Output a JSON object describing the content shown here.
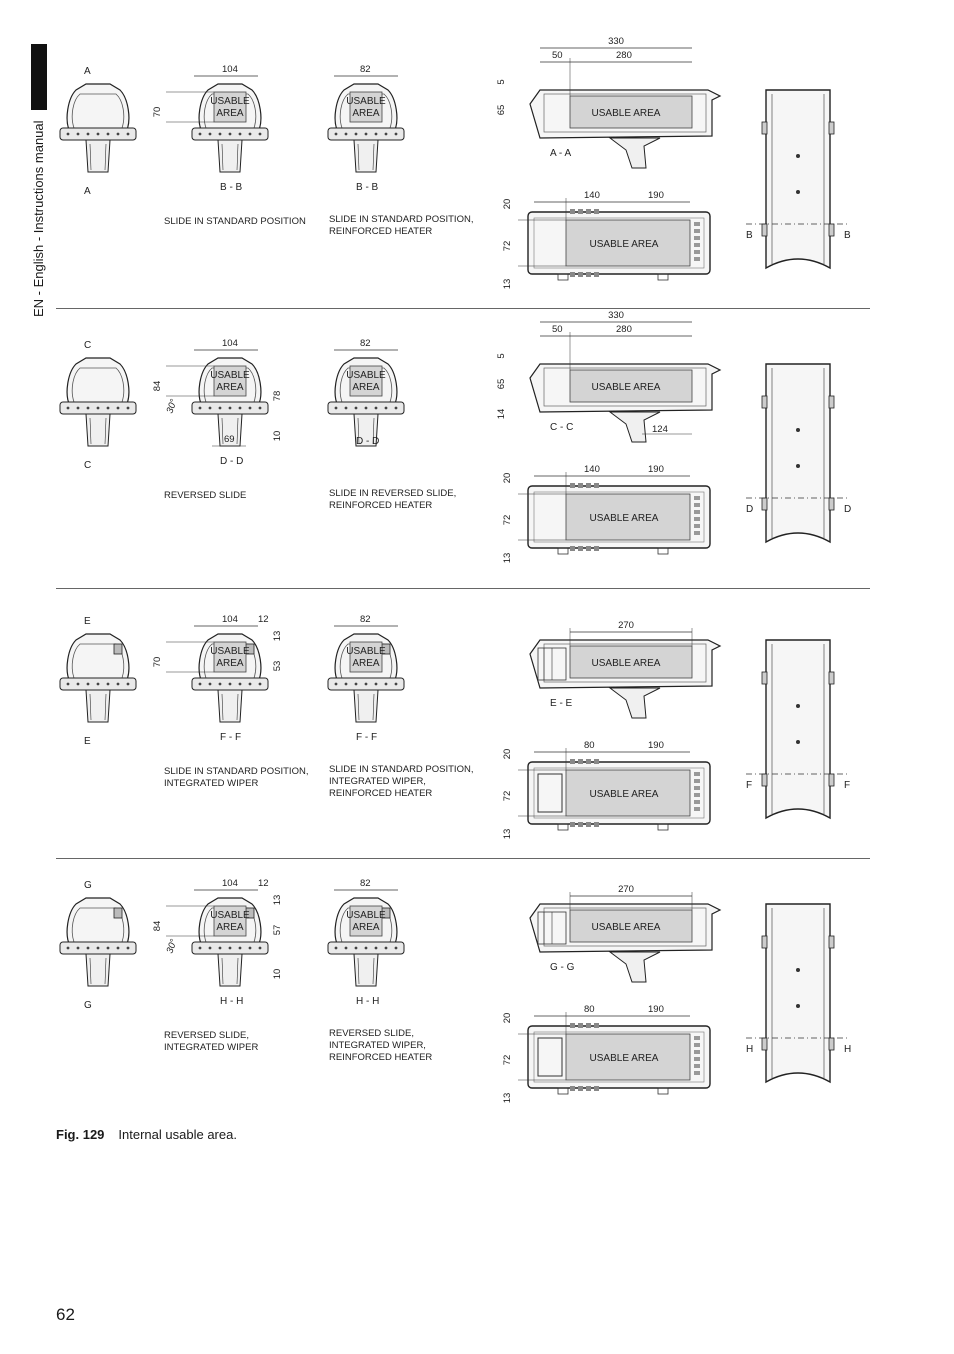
{
  "sidebar": {
    "label": "EN - English - Instructions manual"
  },
  "page_number": "62",
  "caption": {
    "fig": "Fig. 129",
    "text": "Internal usable area."
  },
  "common": {
    "usable_area": "USABLE AREA",
    "usable_1": "USABLE",
    "usable_2": "AREA"
  },
  "rows": [
    {
      "cut": "A",
      "section1": "B - B",
      "section2": "B - B",
      "side_section": "A - A",
      "plan_cut": "B",
      "dim_w1": "104",
      "dim_w2": "82",
      "dim_h": "70",
      "cap1": [
        "SLIDE IN STANDARD POSITION"
      ],
      "cap2": [
        "SLIDE IN STANDARD POSITION,",
        "REINFORCED HEATER"
      ],
      "side_total": "330",
      "side_a": "50",
      "side_b": "280",
      "side_v1": "5",
      "side_v2": "65",
      "top_a": "140",
      "top_b": "190",
      "top_v1": "20",
      "top_v2": "72",
      "top_v3": "13"
    },
    {
      "cut": "C",
      "section1": "D - D",
      "section2": "D - D",
      "side_section": "C - C",
      "plan_cut": "D",
      "dim_w1": "104",
      "dim_w2": "82",
      "dim_h": "84",
      "angle": "30°",
      "dim_r1": "78",
      "dim_r2": "10",
      "dim_bottom": "69",
      "cap1": [
        "REVERSED SLIDE"
      ],
      "cap2": [
        "SLIDE IN REVERSED SLIDE,",
        "REINFORCED HEATER"
      ],
      "side_total": "330",
      "side_a": "50",
      "side_b": "280",
      "side_v1": "5",
      "side_v2": "65",
      "side_v3": "14",
      "side_c": "124",
      "top_a": "140",
      "top_b": "190",
      "top_v1": "20",
      "top_v2": "72",
      "top_v3": "13"
    },
    {
      "cut": "E",
      "section1": "F - F",
      "section2": "F - F",
      "side_section": "E - E",
      "plan_cut": "F",
      "dim_w1": "104",
      "dim_w2": "82",
      "dim_h": "70",
      "dim_t": "12",
      "dim_r1": "13",
      "dim_r2": "53",
      "cap1": [
        "SLIDE IN STANDARD POSITION,",
        "INTEGRATED WIPER"
      ],
      "cap2": [
        "SLIDE IN STANDARD POSITION,",
        "INTEGRATED WIPER,",
        "REINFORCED HEATER"
      ],
      "side_total": "270",
      "top_a": "80",
      "top_b": "190",
      "top_v1": "20",
      "top_v2": "72",
      "top_v3": "13"
    },
    {
      "cut": "G",
      "section1": "H - H",
      "section2": "H - H",
      "side_section": "G - G",
      "plan_cut": "H",
      "dim_w1": "104",
      "dim_w2": "82",
      "dim_h": "84",
      "angle": "30°",
      "dim_t": "12",
      "dim_r1": "13",
      "dim_r2": "57",
      "dim_r3": "10",
      "cap1": [
        "REVERSED SLIDE,",
        "INTEGRATED WIPER"
      ],
      "cap2": [
        "REVERSED SLIDE,",
        "INTEGRATED WIPER,",
        "REINFORCED HEATER"
      ],
      "side_total": "270",
      "top_a": "80",
      "top_b": "190",
      "top_v1": "20",
      "top_v2": "72",
      "top_v3": "13"
    }
  ]
}
